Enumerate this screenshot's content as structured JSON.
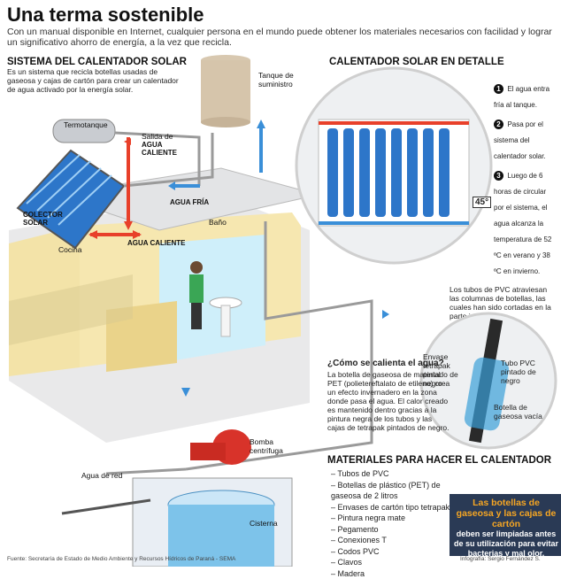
{
  "header": {
    "title": "Una terma sostenible",
    "subtitle": "Con un manual disponible en Internet, cualquier persona en el mundo puede obtener los materiales necesarios con facilidad y lograr un significativo ahorro de energía, a la vez que recicla."
  },
  "system": {
    "heading": "SISTEMA DEL CALENTADOR SOLAR",
    "description": "Es un sistema que recicla botellas usadas de gaseosa y cajas de cartón para crear un calentador de agua activado por la energía solar."
  },
  "labels": {
    "tank": "Tanque de suministro",
    "termotanque": "Termotanque",
    "salida_1": "Salida de",
    "salida_2": "AGUA",
    "salida_3": "CALIENTE",
    "colector": "COLECTOR SOLAR",
    "agua_fria": "AGUA FRÍA",
    "bano": "Baño",
    "cocina": "Cocina",
    "agua_caliente": "AGUA CALIENTE",
    "bomba": "Bomba centrífuga",
    "agua_red": "Agua de red",
    "cisterna": "Cisterna",
    "angle": "45°"
  },
  "detail": {
    "heading": "CALENTADOR SOLAR EN DETALLE",
    "steps": [
      {
        "n": "1",
        "text": "El agua entra fría al tanque."
      },
      {
        "n": "2",
        "text": "Pasa por el sistema del calentador solar."
      },
      {
        "n": "3",
        "text": "Luego de 6 horas de circular por el sistema, el agua alcanza la temperatura de 52 ºC en verano y 38 ºC en invierno."
      }
    ]
  },
  "pvc_note": "Los tubos de PVC atraviesan las columnas de botellas, las cuales han sido cortadas en la parte inferior.",
  "bottle_labels": {
    "tetrapak": "Envase tetrapak pintado de negro",
    "tubo": "Tubo PVC pintado de negro",
    "botella": "Botella de gaseosa vacía"
  },
  "how": {
    "heading": "¿Cómo se calienta el agua?",
    "body": "La botella de gaseosa de material PET (polietereftalato de etileno) crea un efecto invernadero en la zona donde pasa el agua. El calor creado es mantenido dentro gracias a la pintura negra de los tubos y las cajas de tetrapak pintados de negro."
  },
  "materials": {
    "heading": "MATERIALES PARA HACER EL CALENTADOR",
    "items": [
      "Tubos de PVC",
      "Botellas de plástico (PET) de gaseosa de 2 litros",
      "Envases de cartón tipo tetrapak",
      "Pintura negra mate",
      "Pegamento",
      "Conexiones T",
      "Codos PVC",
      "Clavos",
      "Madera"
    ]
  },
  "warning": {
    "title": "Las botellas de gaseosa y las cajas de cartón",
    "body": "deben ser limpiadas antes de su utilización para evitar bacterias y mal olor."
  },
  "footer": {
    "source": "Fuente: Secretaría de Estado de Medio Ambiente y Recursos Hídricos de Paraná - SEMA",
    "credit": "Infografía: Sergio Fernández S."
  },
  "colors": {
    "hot": "#e8402a",
    "cold": "#3a8fd8",
    "wall": "#f3e3a8",
    "panel": "#2d76c9"
  }
}
